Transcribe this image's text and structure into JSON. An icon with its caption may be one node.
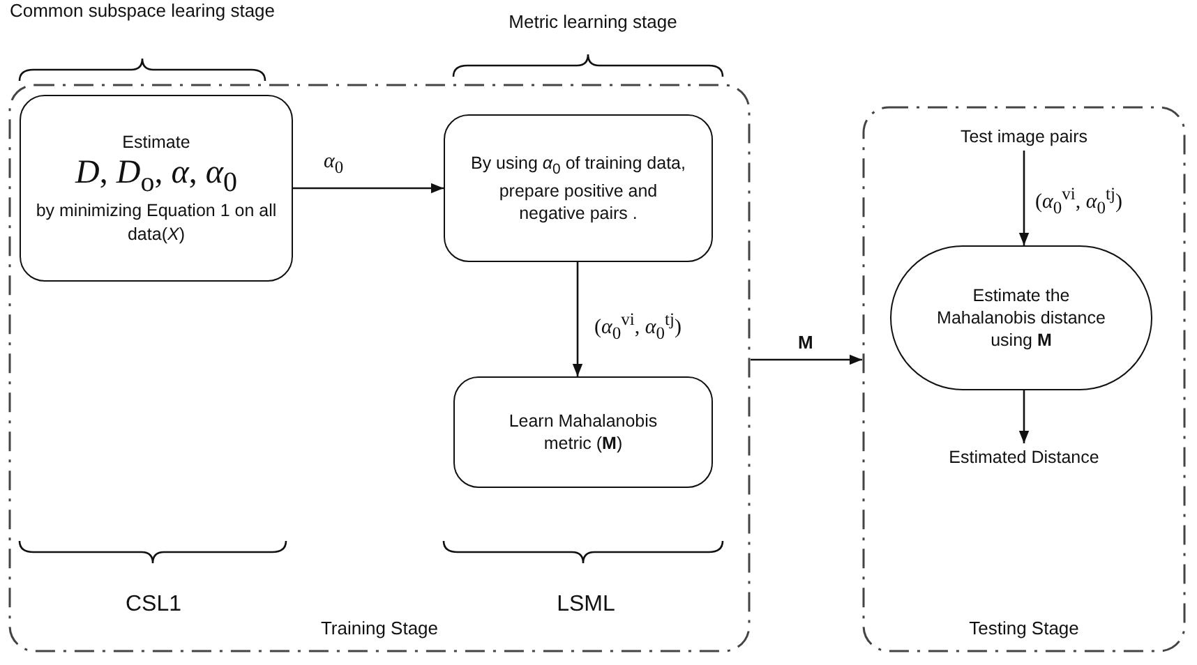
{
  "diagram": {
    "nodes": [
      {
        "text": [
          "Training Stage"
        ]
      },
      {
        "text": [
          "Estimate",
          "*D*, *D*$_{o}$, *α*, *α*$_{0}$",
          "by minimizing Equation 1 on all data(*X*)"
        ],
        "in": 0
      },
      {
        "text": [
          "By using *α*$_{0}$ of training data, prepare positive and negative pairs ."
        ],
        "in": 0
      },
      {
        "text": [
          "Learn Mahalanobis metric (**M**)"
        ],
        "in": 0
      },
      {
        "text": [
          "Testing Stage"
        ]
      },
      {
        "text": [
          "Test image pairs"
        ],
        "in": 4
      },
      {
        "text": [
          "Estimate the Mahalanobis distance using **M**"
        ],
        "in": 4
      },
      {
        "text": [
          "Estimated Distance"
        ],
        "in": 4
      }
    ],
    "edges": [
      {
        "from": 1,
        "to": 2,
        "arrow": "to",
        "label": "*α*$_{0}$"
      },
      {
        "from": 2,
        "to": 3,
        "arrow": "to",
        "label": "(*α*$_{0}$$^{vi}$, *α*$_{0}$$^{tj}$)"
      },
      {
        "from": 0,
        "to": 4,
        "arrow": "to",
        "label": "M"
      },
      {
        "from": 5,
        "to": 6,
        "arrow": "to",
        "label": "(*α*$_{0}$$^{vi}$, *α*$_{0}$$^{tj}$)"
      },
      {
        "from": 6,
        "to": 7,
        "arrow": "to"
      }
    ],
    "labels": [
      "Common subspace learing stage",
      "Metric learning stage",
      "CSL1",
      "LSML"
    ]
  }
}
